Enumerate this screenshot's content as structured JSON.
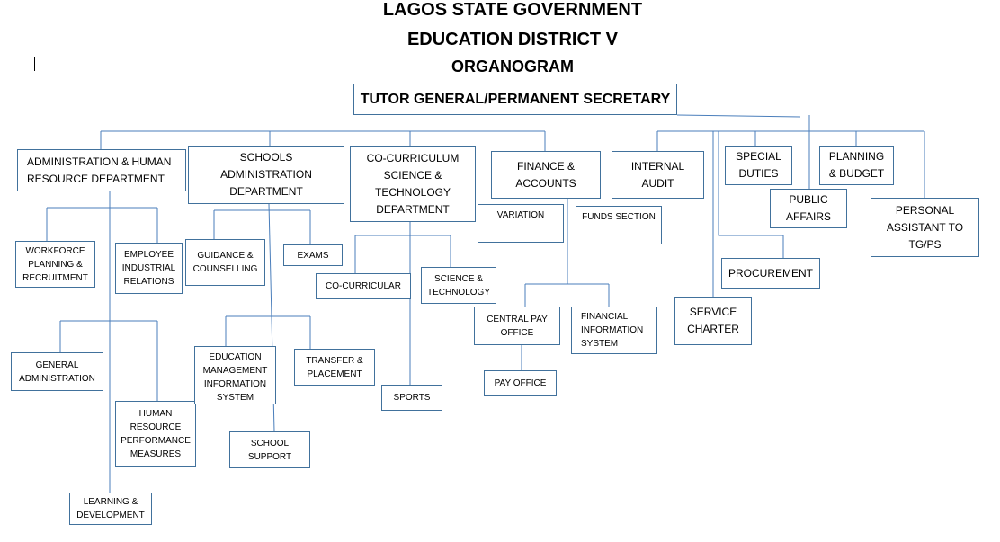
{
  "header": {
    "line1": "LAGOS STATE GOVERNMENT",
    "line2": "EDUCATION DISTRICT V",
    "line3": "ORGANOGRAM"
  },
  "nodes": {
    "tg": "TUTOR GENERAL/PERMANENT SECRETARY",
    "admin_hr": "ADMINISTRATION & HUMAN\nRESOURCE DEPARTMENT",
    "schools_admin": "SCHOOLS\nADMINISTRATION\nDEPARTMENT",
    "cocurriculum": "CO-CURRICULUM\nSCIENCE &\nTECHNOLOGY\nDEPARTMENT",
    "finance": "FINANCE &\nACCOUNTS",
    "internal_audit": "INTERNAL\nAUDIT",
    "special_duties": "SPECIAL\nDUTIES",
    "planning_budget": "PLANNING\n& BUDGET",
    "public_affairs": "PUBLIC\nAFFAIRS",
    "personal_assistant": "PERSONAL\nASSISTANT TO\nTG/PS",
    "procurement": "PROCUREMENT",
    "service_charter": "SERVICE\nCHARTER",
    "workforce": "WORKFORCE\nPLANNING &\nRECRUITMENT",
    "employee_relations": "EMPLOYEE\nINDUSTRIAL\nRELATIONS",
    "general_admin": "GENERAL\nADMINISTRATION",
    "hr_performance": "HUMAN\nRESOURCE\nPERFORMANCE\nMEASURES",
    "learning_dev": "LEARNING &\nDEVELOPMENT",
    "guidance": "GUIDANCE &\nCOUNSELLING",
    "exams": "EXAMS",
    "emis": "EDUCATION\nMANAGEMENT\nINFORMATION\nSYSTEM",
    "transfer": "TRANSFER &\nPLACEMENT",
    "school_support": "SCHOOL\nSUPPORT",
    "cocurricular": "CO-CURRICULAR",
    "science_tech": "SCIENCE &\nTECHNOLOGY",
    "sports": "SPORTS",
    "variation": "VARIATION",
    "funds_section": "FUNDS SECTION",
    "central_pay": "CENTRAL PAY\nOFFICE",
    "financial_info": "FINANCIAL\nINFORMATION\nSYSTEM",
    "pay_office": "PAY OFFICE"
  }
}
